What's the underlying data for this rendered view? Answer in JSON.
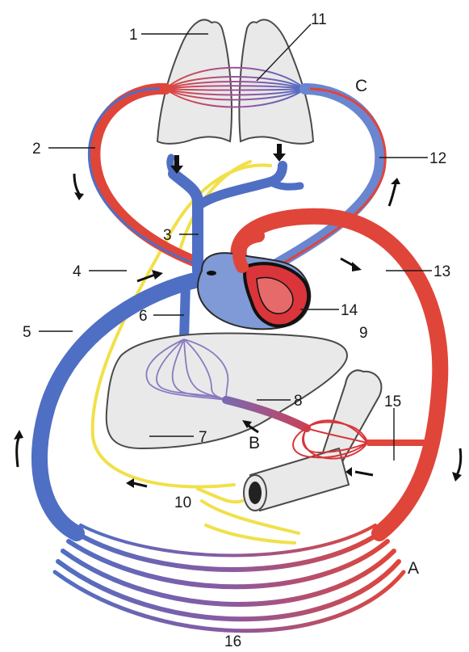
{
  "labels": {
    "l1": "1",
    "l2": "2",
    "l3": "3",
    "l4": "4",
    "l5": "5",
    "l6": "6",
    "l7": "7",
    "l8": "8",
    "l9": "9",
    "l10": "10",
    "l11": "11",
    "l12": "12",
    "l13": "13",
    "l14": "14",
    "l15": "15",
    "l16": "16"
  },
  "letters": {
    "a": "A",
    "b": "B",
    "c": "C"
  },
  "colors": {
    "arterial": "#e0453a",
    "venous": "#4f6fc4",
    "portal": "#8a4a8a",
    "lymph": "#f1e04a",
    "organ": "#e9e9e9",
    "heart": "#d9353a"
  }
}
